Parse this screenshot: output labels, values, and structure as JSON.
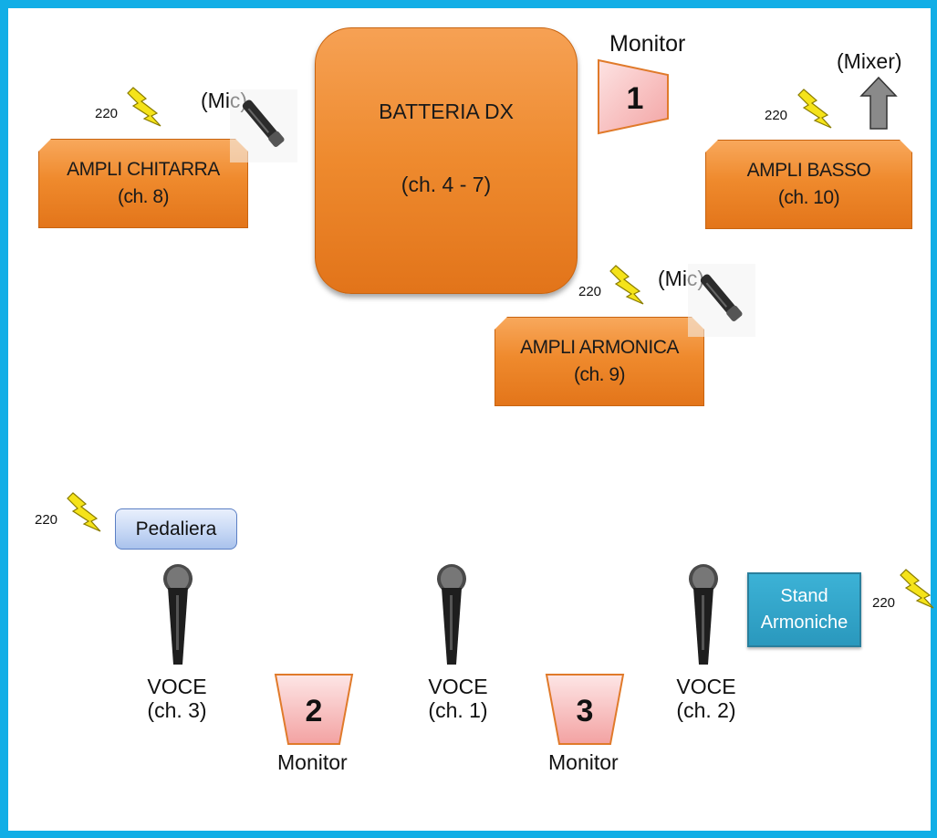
{
  "colors": {
    "frame": "#12aee6",
    "amp_fill": "#ee8a2e",
    "monitor_fill": "#f7b2b2",
    "bolt": "#f5e31a",
    "pedal_fill": "#c7d8f5",
    "stand_fill": "#2a98bd"
  },
  "drums": {
    "line1": "BATTERIA DX",
    "line2": "(ch. 4 - 7)"
  },
  "amps": {
    "guitar": {
      "line1": "AMPLI CHITARRA",
      "line2": "(ch. 8)"
    },
    "bass": {
      "line1": "AMPLI BASSO",
      "line2": "(ch. 10)"
    },
    "harmonica": {
      "line1": "AMPLI ARMONICA",
      "line2": "(ch. 9)"
    }
  },
  "mic_labels": {
    "guitar": "(Mic)",
    "harmonica": "(Mic)"
  },
  "mixer_label": "(Mixer)",
  "power": {
    "guitar": "220",
    "bass": "220",
    "harmonica": "220",
    "pedal": "220",
    "stand": "220"
  },
  "monitors": [
    {
      "number": "1",
      "label": "Monitor"
    },
    {
      "number": "2",
      "label": "Monitor"
    },
    {
      "number": "3",
      "label": "Monitor"
    }
  ],
  "pedalboard": "Pedaliera",
  "stand": {
    "line1": "Stand",
    "line2": "Armoniche"
  },
  "voices": [
    {
      "name": "VOCE",
      "channel": "(ch. 3)"
    },
    {
      "name": "VOCE",
      "channel": "(ch. 1)"
    },
    {
      "name": "VOCE",
      "channel": "(ch. 2)"
    }
  ],
  "icons": [
    "lightning-bolt-icon",
    "microphone-icon",
    "dynamic-mic-icon",
    "arrow-up-icon",
    "monitor-wedge-icon"
  ]
}
